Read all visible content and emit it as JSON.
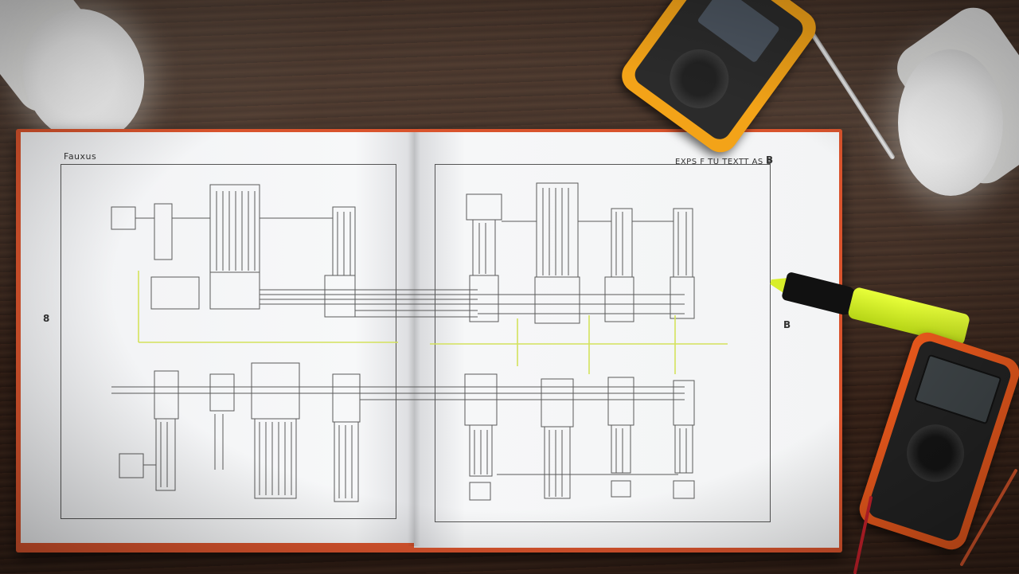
{
  "scene": {
    "description_tags": [
      "open-book",
      "wiring-schematic",
      "desk-lamp",
      "multimeter",
      "highlighter",
      "pen"
    ],
    "colors": {
      "desk": "#2f1d15",
      "book_cover": "#d9542d",
      "page": "#f3f4f6",
      "schematic_ink": "#555555",
      "highlight_line": "#d8e86a",
      "meter_top": "#f3a318",
      "meter_right": "#e8581c",
      "highlighter_body": "#d8ee2a"
    }
  },
  "book": {
    "left_page": {
      "header": "Fauxus",
      "side_mark": "8"
    },
    "right_page": {
      "header": "EXPS F TU TEXTT AS B",
      "corner_mark": "B",
      "side_mark": "B"
    }
  },
  "icons": {
    "lamp_left": "desk-lamp-icon",
    "lamp_right": "desk-lamp-icon",
    "meter_top": "multimeter-icon",
    "meter_right": "multimeter-icon",
    "highlighter": "highlighter-icon",
    "pen": "pen-icon"
  }
}
